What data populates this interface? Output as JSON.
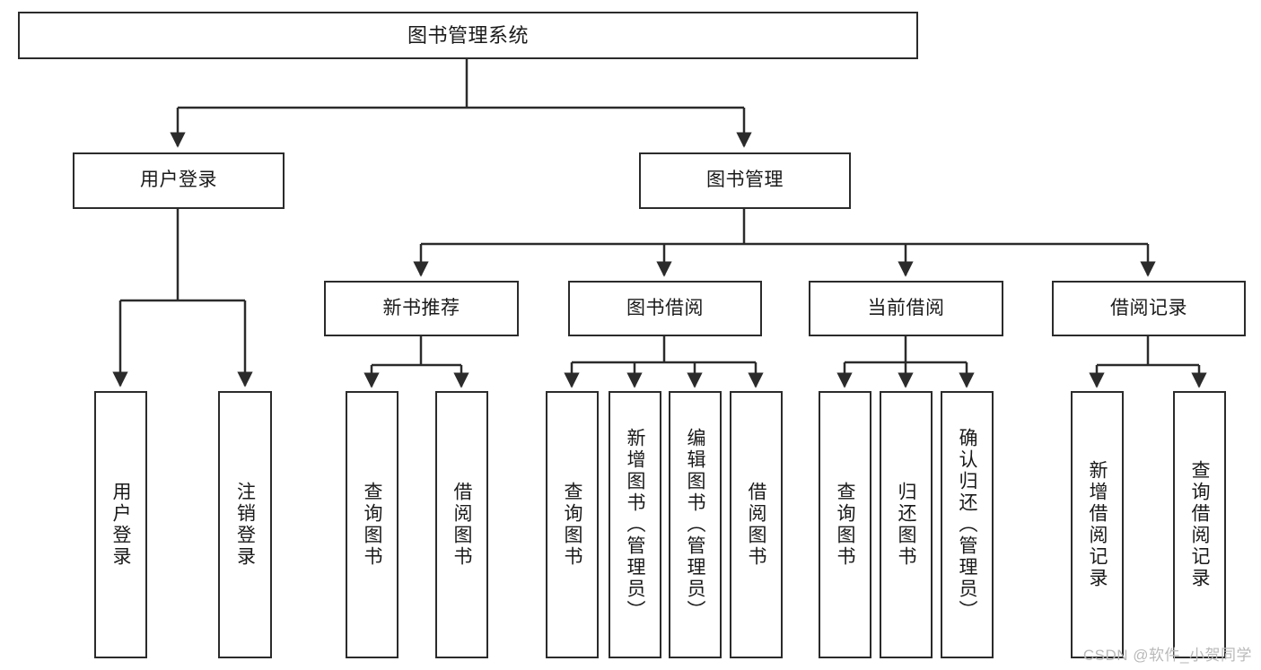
{
  "diagram": {
    "title": "图书管理系统",
    "watermark": "CSDN @软件_小贺同学",
    "line_color": "#2b2b2b",
    "text_color": "#1a1a1a",
    "background": "#ffffff",
    "watermark_color": "#b9b9b9"
  },
  "nodes": {
    "root": {
      "label": "图书管理系统",
      "orientation": "horizontal",
      "level": 1
    },
    "l2": [
      {
        "label": "用户登录",
        "orientation": "horizontal",
        "level": 2
      },
      {
        "label": "图书管理",
        "orientation": "horizontal",
        "level": 2
      }
    ],
    "l3": [
      {
        "label": "新书推荐",
        "orientation": "horizontal",
        "level": 3
      },
      {
        "label": "图书借阅",
        "orientation": "horizontal",
        "level": 3
      },
      {
        "label": "当前借阅",
        "orientation": "horizontal",
        "level": 3
      },
      {
        "label": "借阅记录",
        "orientation": "horizontal",
        "level": 3
      }
    ],
    "leaves": [
      {
        "label": "用户登录",
        "orientation": "vertical",
        "parent": "用户登录"
      },
      {
        "label": "注销登录",
        "orientation": "vertical",
        "parent": "用户登录"
      },
      {
        "label": "查询图书",
        "orientation": "vertical",
        "parent": "新书推荐"
      },
      {
        "label": "借阅图书",
        "orientation": "vertical",
        "parent": "新书推荐"
      },
      {
        "label": "查询图书",
        "orientation": "vertical",
        "parent": "图书借阅"
      },
      {
        "label": "新增图书（管理员）",
        "orientation": "vertical",
        "parent": "图书借阅"
      },
      {
        "label": "编辑图书（管理员）",
        "orientation": "vertical",
        "parent": "图书借阅"
      },
      {
        "label": "借阅图书",
        "orientation": "vertical",
        "parent": "图书借阅"
      },
      {
        "label": "查询图书",
        "orientation": "vertical",
        "parent": "当前借阅"
      },
      {
        "label": "归还图书",
        "orientation": "vertical",
        "parent": "当前借阅"
      },
      {
        "label": "确认归还（管理员）",
        "orientation": "vertical",
        "parent": "当前借阅"
      },
      {
        "label": "新增借阅记录",
        "orientation": "vertical",
        "parent": "借阅记录"
      },
      {
        "label": "查询借阅记录",
        "orientation": "vertical",
        "parent": "借阅记录"
      }
    ]
  }
}
